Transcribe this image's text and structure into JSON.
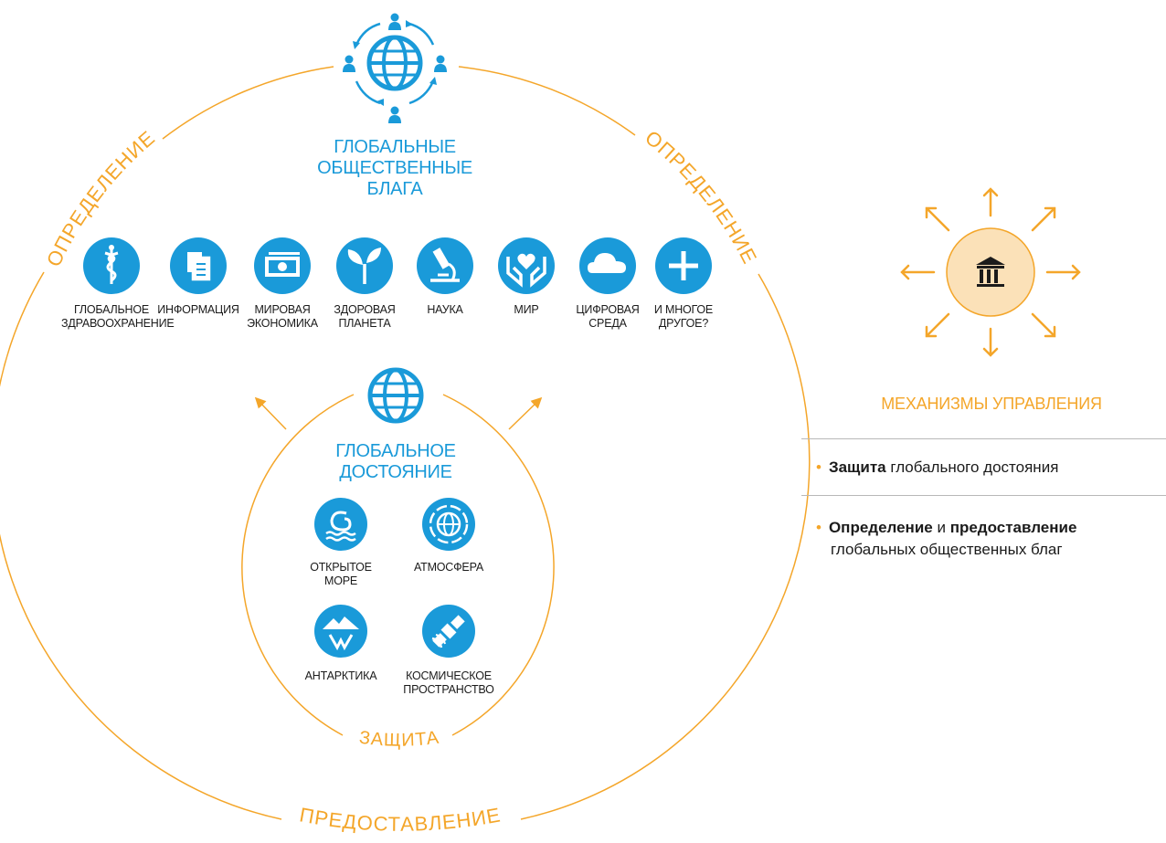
{
  "global_public_goods": {
    "title_line1": "ГЛОБАЛЬНЫЕ",
    "title_line2": "ОБЩЕСТВЕННЫЕ БЛАГА",
    "items": [
      {
        "line1": "ГЛОБАЛЬНОЕ",
        "line2": "ЗДРАВООХРАНЕНИЕ",
        "icon": "caduceus-icon"
      },
      {
        "line1": "ИНФОРМАЦИЯ",
        "line2": "",
        "icon": "documents-icon"
      },
      {
        "line1": "МИРОВАЯ",
        "line2": "ЭКОНОМИКА",
        "icon": "money-icon"
      },
      {
        "line1": "ЗДОРОВАЯ",
        "line2": "ПЛАНЕТА",
        "icon": "sprout-icon"
      },
      {
        "line1": "НАУКА",
        "line2": "",
        "icon": "microscope-icon"
      },
      {
        "line1": "МИР",
        "line2": "",
        "icon": "hands-heart-icon"
      },
      {
        "line1": "ЦИФРОВАЯ",
        "line2": "СРЕДА",
        "icon": "cloud-icon"
      },
      {
        "line1": "И МНОГОЕ",
        "line2": "ДРУГОЕ?",
        "icon": "plus-icon"
      }
    ]
  },
  "global_commons": {
    "title_line1": "ГЛОБАЛЬНОЕ",
    "title_line2": "ДОСТОЯНИЕ",
    "items": [
      {
        "line1": "ОТКРЫТОЕ",
        "line2": "МОРЕ",
        "icon": "waves-icon"
      },
      {
        "line1": "АТМОСФЕРА",
        "line2": "",
        "icon": "atmosphere-icon"
      },
      {
        "line1": "АНТАРКТИКА",
        "line2": "",
        "icon": "iceberg-icon"
      },
      {
        "line1": "КОСМИЧЕСКОЕ",
        "line2": "ПРОСТРАНСТВО",
        "icon": "satellite-icon"
      }
    ]
  },
  "arc_labels": {
    "left": "ОПРЕДЕЛЕНИЕ",
    "right": "ОПРЕДЕЛЕНИЕ",
    "protection": "ЗАЩИТА",
    "provision": "ПРЕДОСТАВЛЕНИЕ"
  },
  "governance": {
    "title": "МЕХАНИЗМЫ УПРАВЛЕНИЯ",
    "icon": "institution-icon",
    "bullet1_bold": "Защита",
    "bullet1_rest": " глобального достояния",
    "bullet2_bold1": "Определение",
    "bullet2_mid": " и ",
    "bullet2_bold2": "предоставление",
    "bullet2_line2": "глобальных общественных благ"
  },
  "colors": {
    "blue": "#1a9ad9",
    "orange": "#f4a62a",
    "light_orange": "#fbe1b8"
  }
}
